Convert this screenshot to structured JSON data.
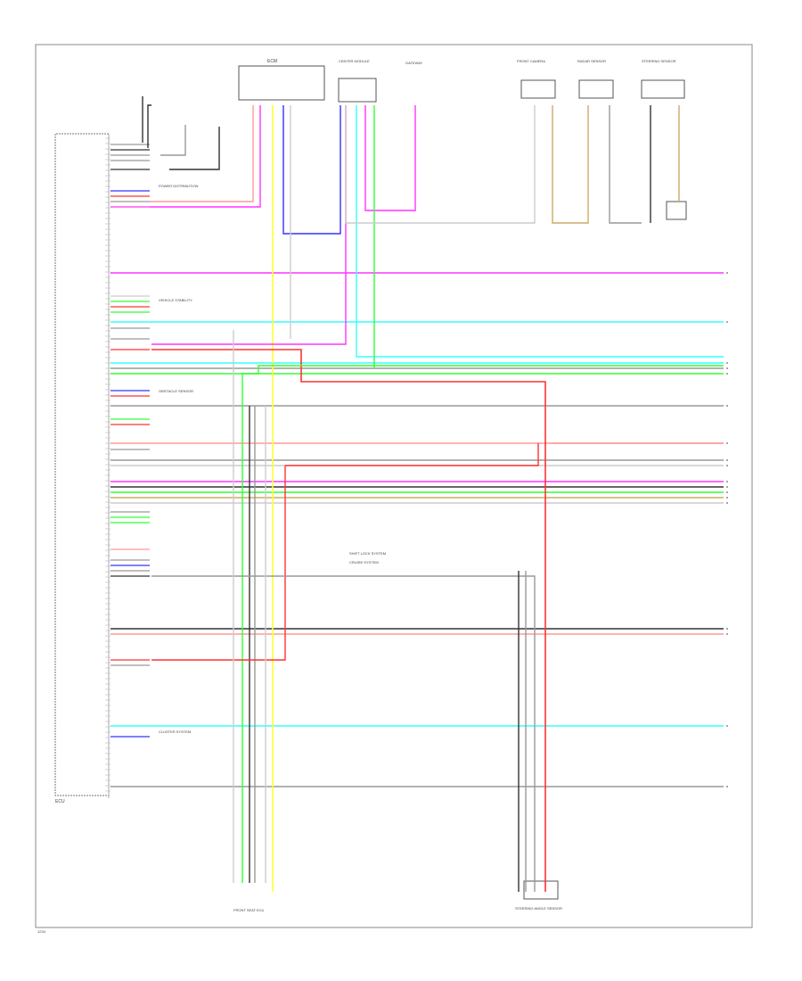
{
  "ecu_label": "ECU",
  "top_components": [
    {
      "label": "ECM"
    },
    {
      "label": "CENTER MODULE"
    },
    {
      "label": "GATEWAY"
    },
    {
      "label": "FRONT CAMERA"
    },
    {
      "label": "RADAR SENSOR"
    },
    {
      "label": "STEERING SENSOR"
    }
  ],
  "left_blocks": [
    {
      "label": "POWER DISTRIBUTION"
    },
    {
      "label": "VEHICLE STABILITY"
    },
    {
      "label": "OBSTACLE SENSOR"
    },
    {
      "label": "CLUSTER SYSTEM"
    }
  ],
  "right_mid_texts": [
    {
      "label": "SHIFT LOCK SYSTEM"
    },
    {
      "label": "CRUISE SYSTEM"
    }
  ],
  "bottom_left_label": "FRONT SEAT ECU",
  "bottom_right_label": "STEERING ANGLE SENSOR",
  "footer_code": "1234",
  "colors": {
    "magenta": "#ff33ff",
    "cyan": "#33ffff",
    "green": "#33ff33",
    "red": "#ff3333",
    "yellow": "#ffff33",
    "gray": "#999999",
    "dark": "#333333",
    "blue": "#3333ff",
    "lightgray": "#cccccc",
    "tan": "#ccaa66",
    "pink": "#ff9999"
  }
}
